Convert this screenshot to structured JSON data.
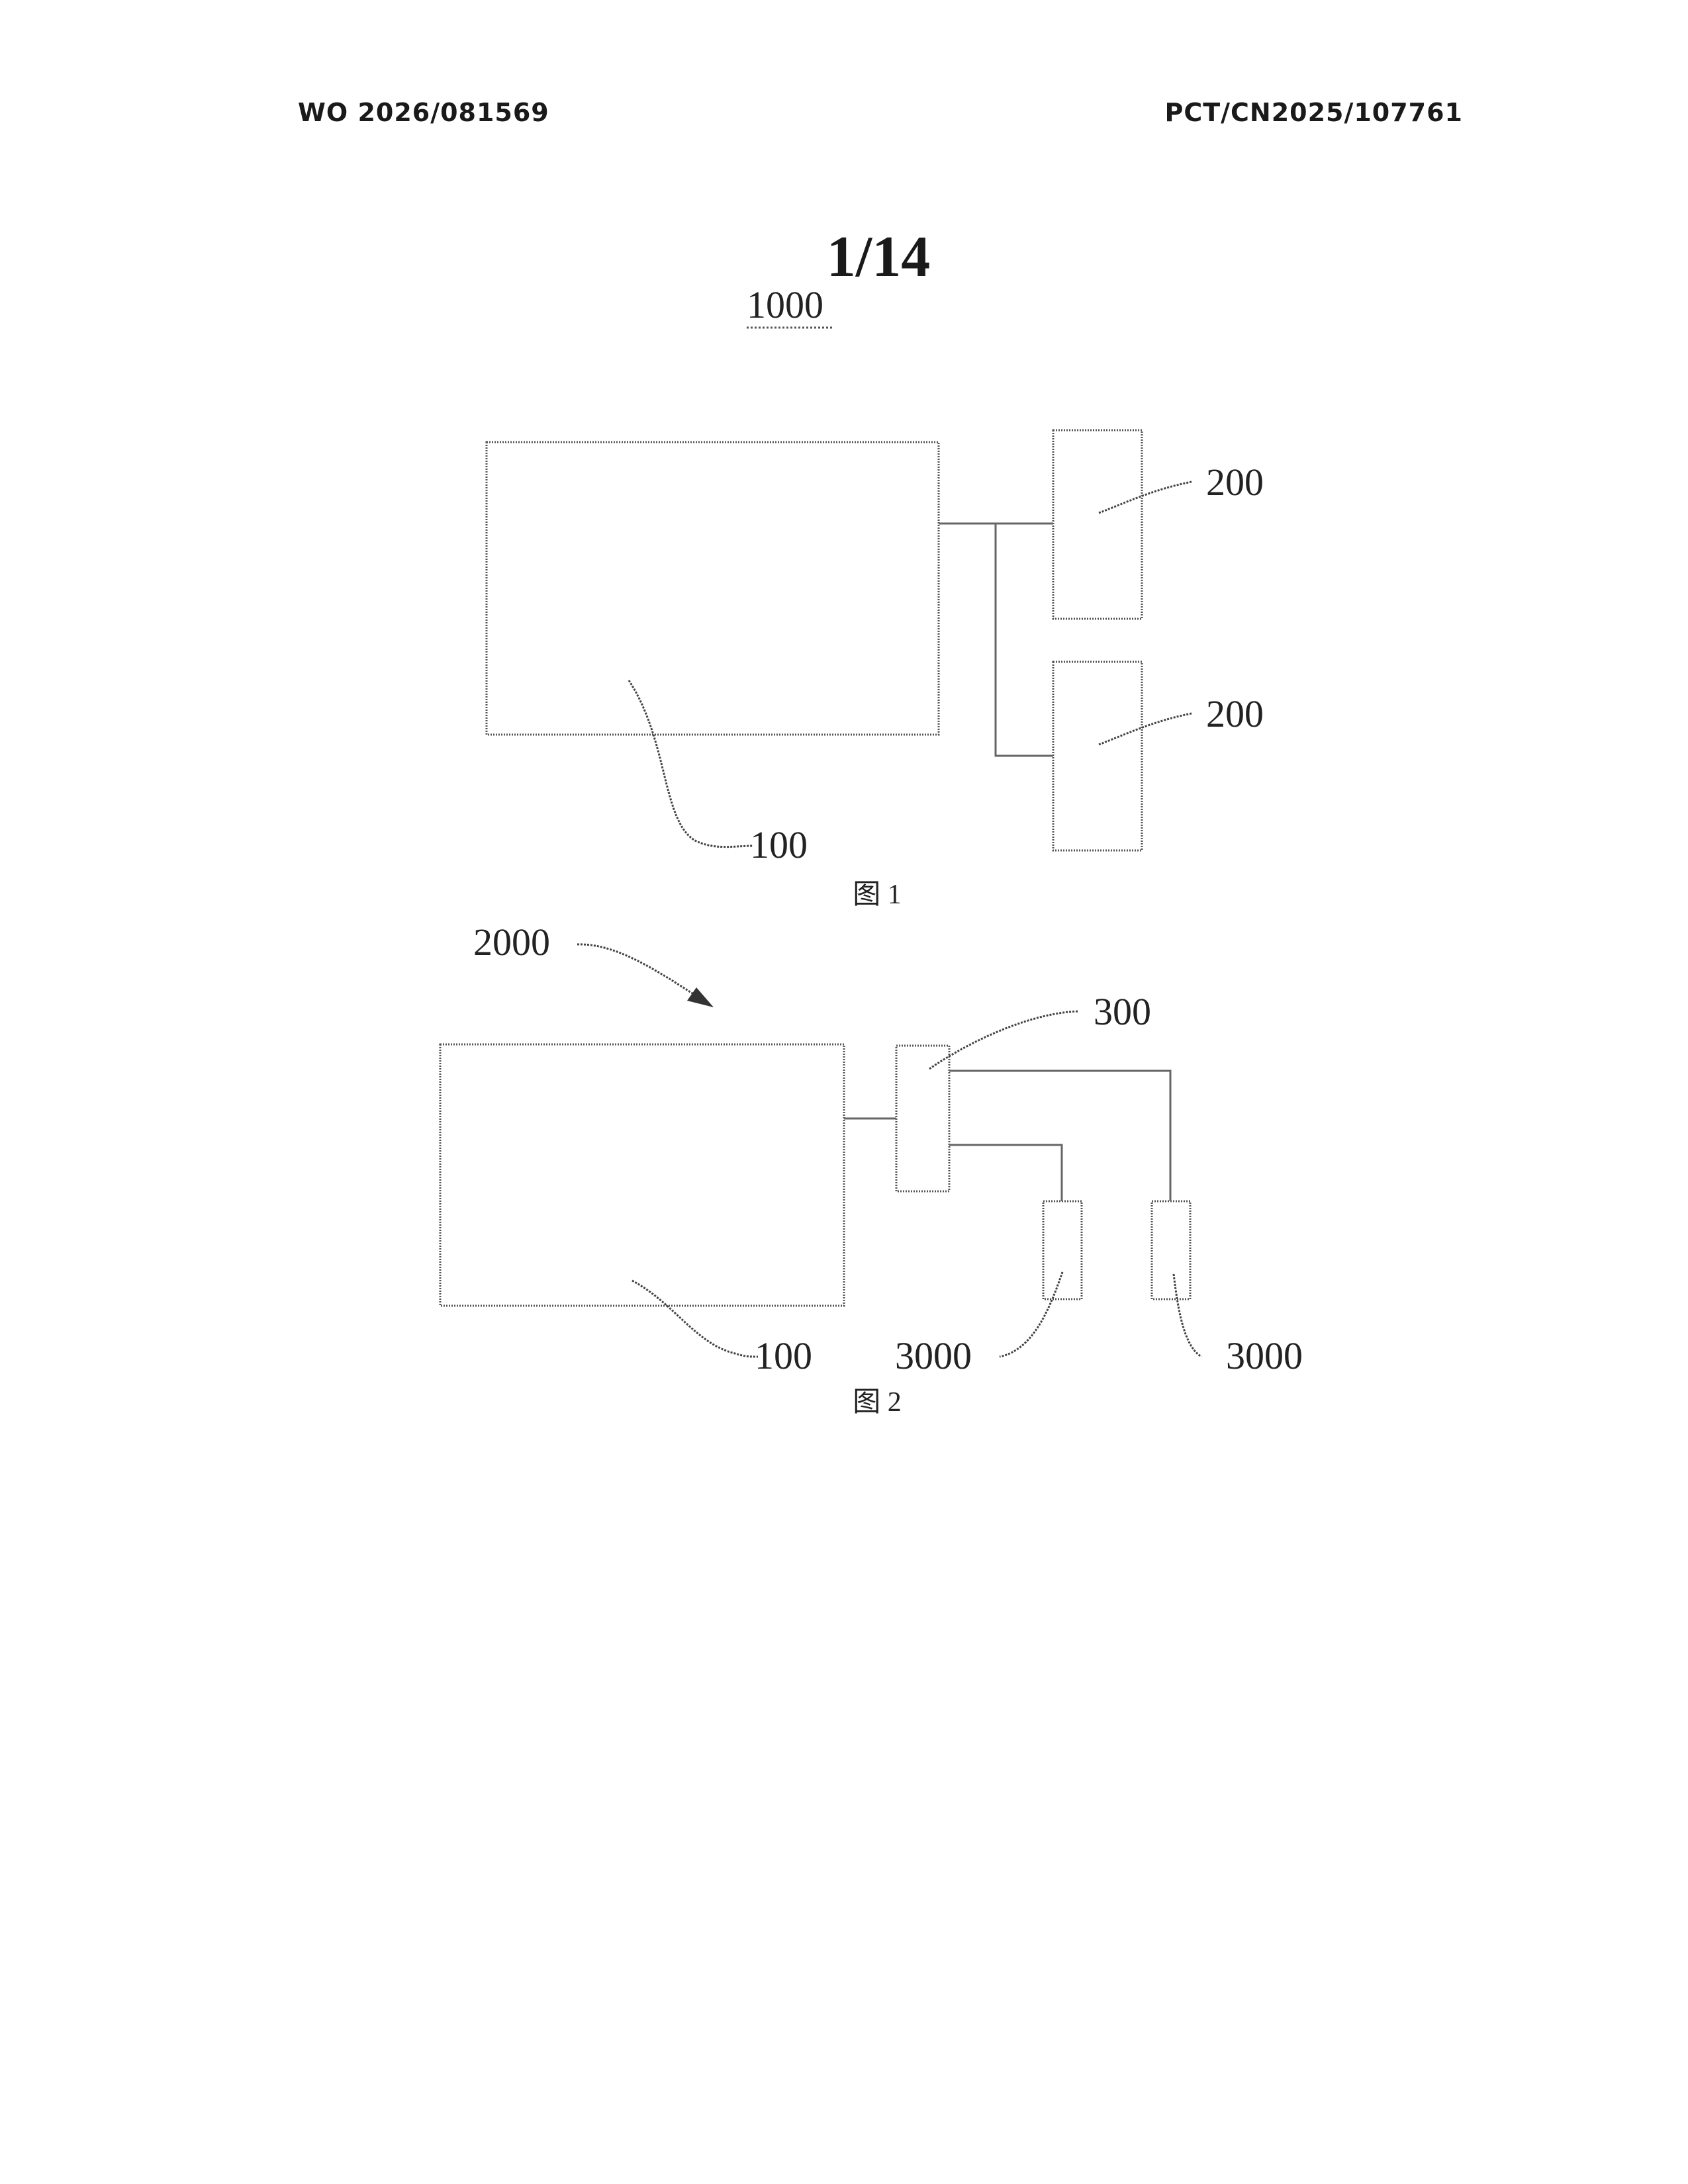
{
  "header": {
    "publication_number": "WO 2026/081569",
    "application_number": "PCT/CN2025/107761"
  },
  "sheet": {
    "page_number": "1/14"
  },
  "figure1": {
    "assembly_ref": "1000",
    "main_unit_ref": "100",
    "module_top_ref": "200",
    "module_bottom_ref": "200",
    "caption": "图 1"
  },
  "figure2": {
    "assembly_ref": "2000",
    "main_unit_ref": "100",
    "hub_ref": "300",
    "device_left_ref": "3000",
    "device_right_ref": "3000",
    "caption": "图 2"
  }
}
